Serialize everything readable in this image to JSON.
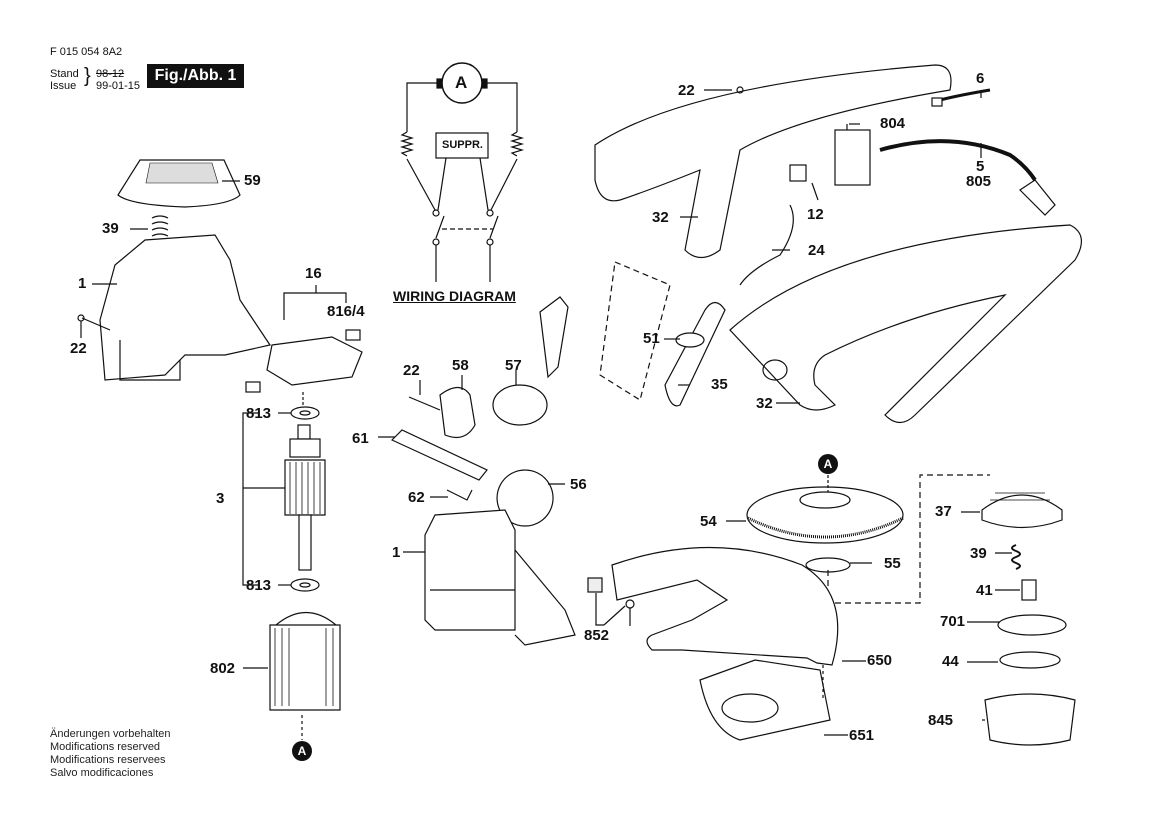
{
  "header": {
    "doc_number": "F 015 054 8A2",
    "stand_label": "Stand",
    "issue_label": "Issue",
    "stand_value": "98-12",
    "issue_value": "99-01-15",
    "figure_label": "Fig./Abb. 1"
  },
  "notes": [
    "Änderungen vorbehalten",
    "Modifications reserved",
    "Modifications reservees",
    "Salvo modificaciones"
  ],
  "wiring_diagram": {
    "title": "WIRING DIAGRAM",
    "motor_symbol": "A",
    "suppressor_label": "SUPPR."
  },
  "connector_marker": "A",
  "callouts": {
    "c59": "59",
    "c39a": "39",
    "c1a": "1",
    "c22a": "22",
    "c16": "16",
    "c816": "816/4",
    "c813a": "813",
    "c3": "3",
    "c813b": "813",
    "c802": "802",
    "c22b": "22",
    "c58": "58",
    "c57": "57",
    "c61": "61",
    "c62": "62",
    "c56": "56",
    "c1b": "1",
    "c22c": "22",
    "c6": "6",
    "c804": "804",
    "c5": "5",
    "c805": "805",
    "c12": "12",
    "c32a": "32",
    "c24": "24",
    "c51": "51",
    "c35": "35",
    "c32b": "32",
    "c54": "54",
    "c55": "55",
    "c37": "37",
    "c39b": "39",
    "c41": "41",
    "c701": "701",
    "c44": "44",
    "c845": "845",
    "c852": "852",
    "c650": "650",
    "c651": "651"
  }
}
